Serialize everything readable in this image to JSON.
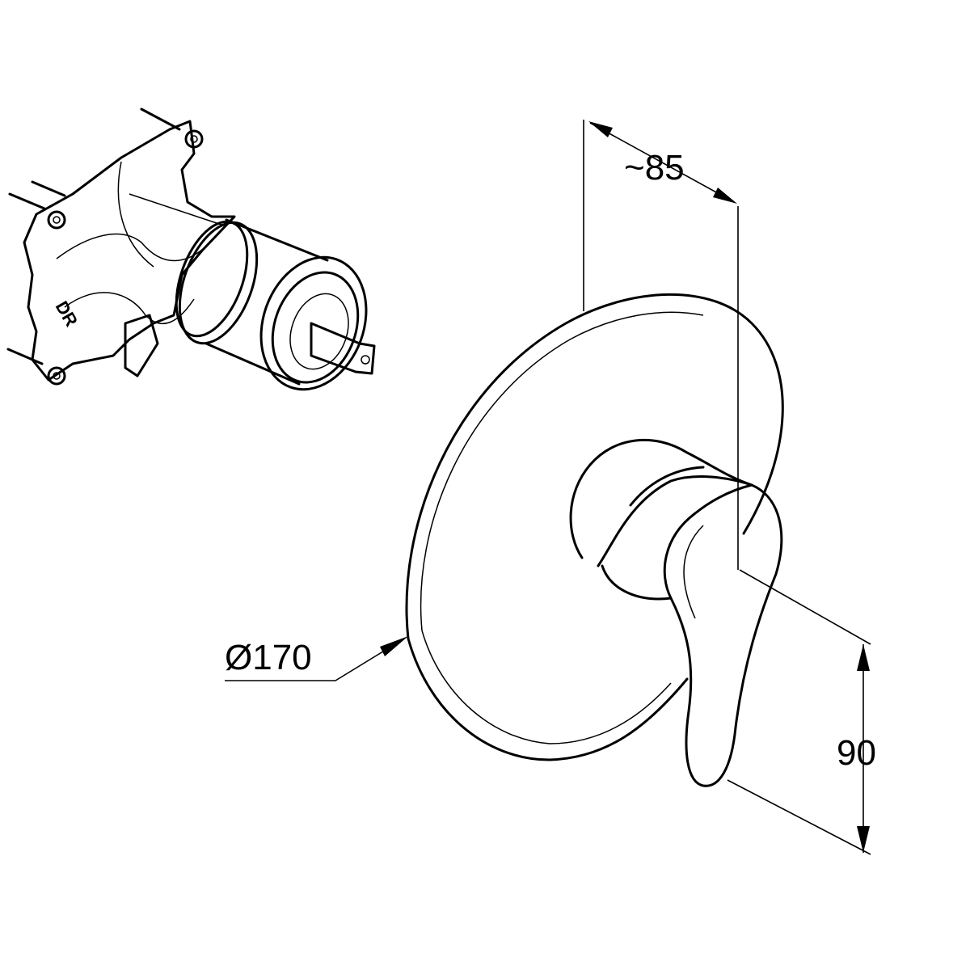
{
  "drawing": {
    "valve_body_marking": "DR",
    "dimensions": {
      "projection": "~85",
      "rosette_diameter": "Ø170",
      "handle_height": "90"
    }
  }
}
